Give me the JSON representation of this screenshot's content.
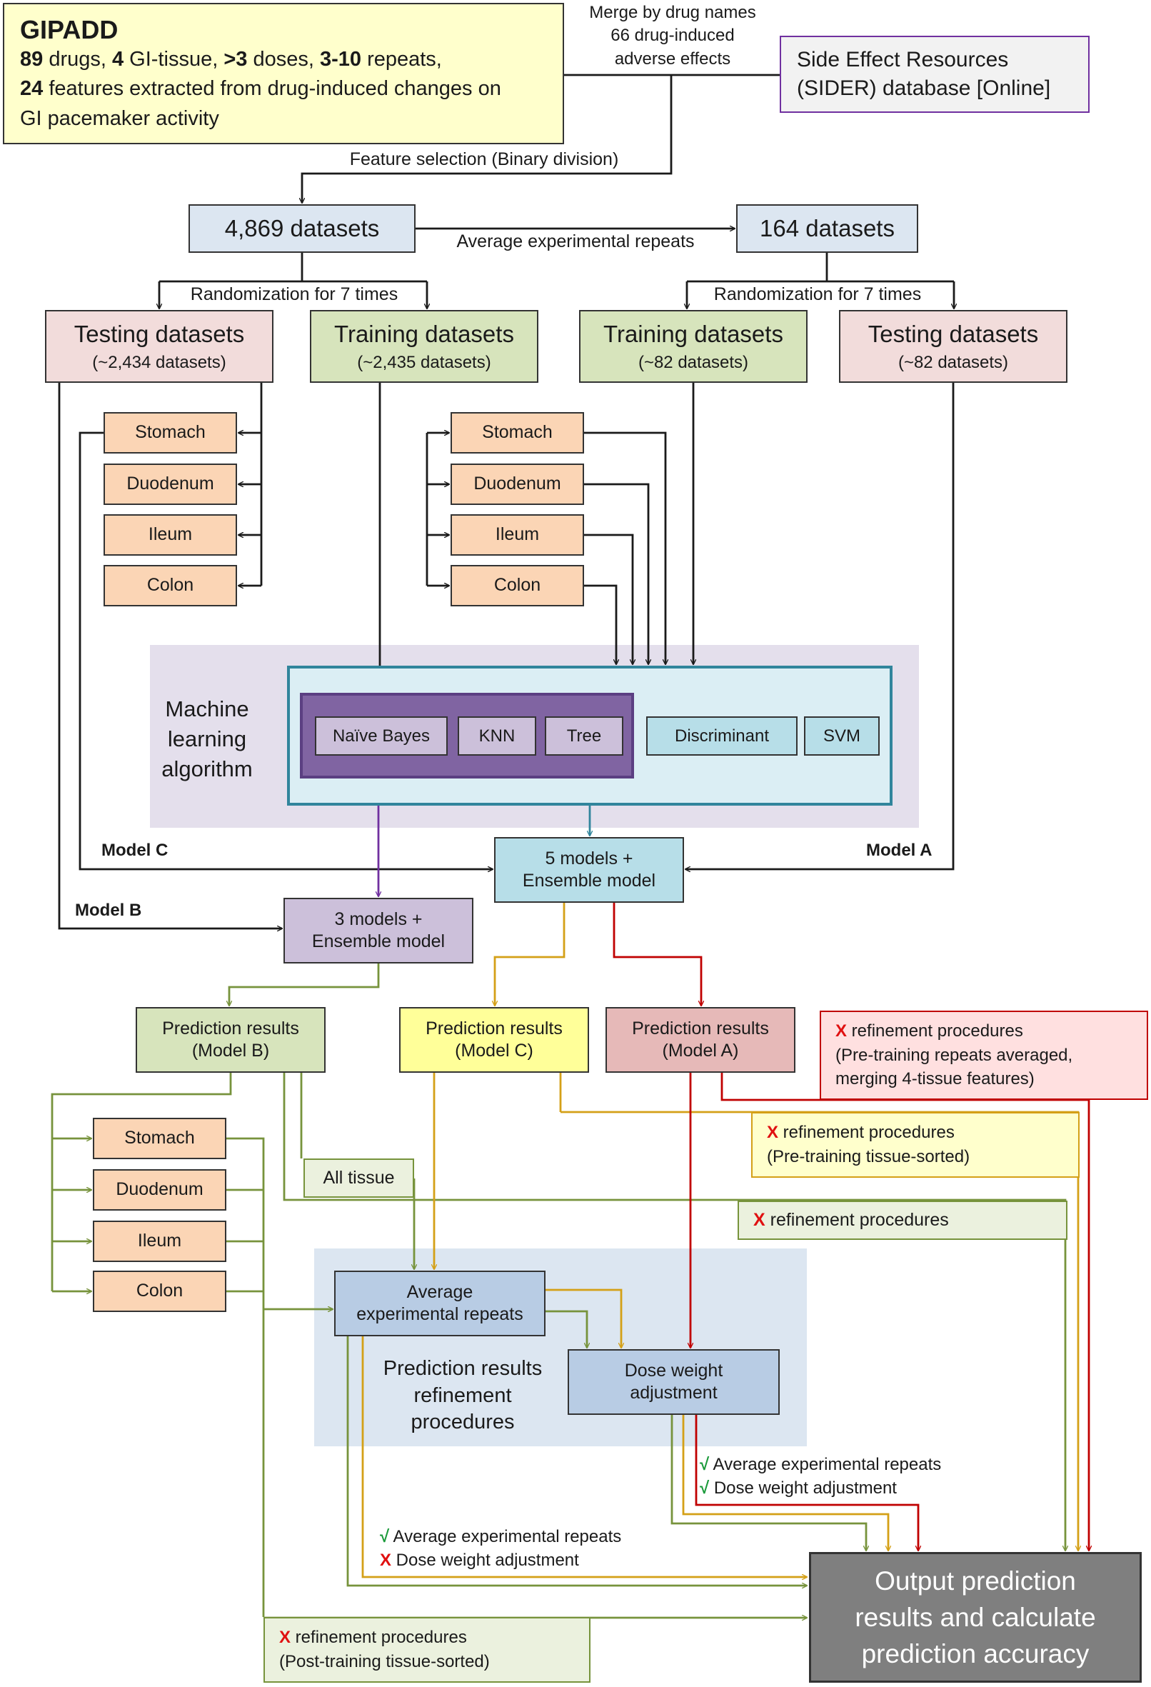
{
  "gipadd": {
    "title": "GIPADD",
    "l1": [
      "89",
      " drugs, ",
      "4",
      " GI-tissue, ",
      ">3",
      " doses, ",
      "3-10",
      " repeats,"
    ],
    "l2": [
      "24",
      " features extracted from drug-induced changes on"
    ],
    "l3": "GI pacemaker activity"
  },
  "merge_label": [
    "Merge by drug names",
    "66 drug-induced",
    "adverse effects"
  ],
  "sider": [
    "Side Effect Resources",
    "(SIDER) database [Online]"
  ],
  "feature_selection": "Feature selection (Binary division)",
  "datasets_4869": "4,869 datasets",
  "datasets_164": "164 datasets",
  "average_repeats_label": "Average experimental repeats",
  "randomization_label": "Randomization for 7 times",
  "testing_left": {
    "title": "Testing datasets",
    "sub": "(~2,434 datasets)"
  },
  "training_left": {
    "title": "Training datasets",
    "sub": "(~2,435 datasets)"
  },
  "training_right": {
    "title": "Training datasets",
    "sub": "(~82 datasets)"
  },
  "testing_right": {
    "title": "Testing datasets",
    "sub": "(~82 datasets)"
  },
  "tissues": [
    "Stomach",
    "Duodenum",
    "Ileum",
    "Colon"
  ],
  "ml_label": [
    "Machine",
    "learning",
    "algorithm"
  ],
  "algorithms": [
    "Naïve Bayes",
    "KNN",
    "Tree",
    "Discriminant",
    "SVM"
  ],
  "model_c": "Model C",
  "model_a": "Model A",
  "model_b": "Model B",
  "five_models": [
    "5 models +",
    "Ensemble model"
  ],
  "three_models": [
    "3 models +",
    "Ensemble model"
  ],
  "pred_b": [
    "Prediction results",
    "(Model B)"
  ],
  "pred_c": [
    "Prediction results",
    "(Model C)"
  ],
  "pred_a": [
    "Prediction results",
    "(Model A)"
  ],
  "x_mark": "X",
  "check_mark": "√",
  "refine_a": [
    " refinement procedures",
    "(Pre-training repeats averaged,",
    "merging 4-tissue features)"
  ],
  "refine_c": [
    " refinement procedures",
    "(Pre-training tissue-sorted)"
  ],
  "refine_b": " refinement procedures",
  "all_tissue": "All tissue",
  "avg_box": [
    "Average",
    "experimental repeats"
  ],
  "dose_box": [
    "Dose weight",
    "adjustment"
  ],
  "refine_area_label": [
    "Prediction results",
    "refinement",
    "procedures"
  ],
  "check_avg": " Average experimental repeats",
  "check_dose": " Dose weight adjustment",
  "x_dose": " Dose weight adjustment",
  "refine_post": [
    " refinement procedures",
    "(Post-training tissue-sorted)"
  ],
  "output": [
    "Output prediction",
    "results and calculate",
    "prediction accuracy"
  ],
  "colors": {
    "black": "#1a1a1a",
    "purple": "#7030a0",
    "blue": "#31859c",
    "gold": "#d4a017",
    "red": "#c00000",
    "green": "#77933c"
  }
}
